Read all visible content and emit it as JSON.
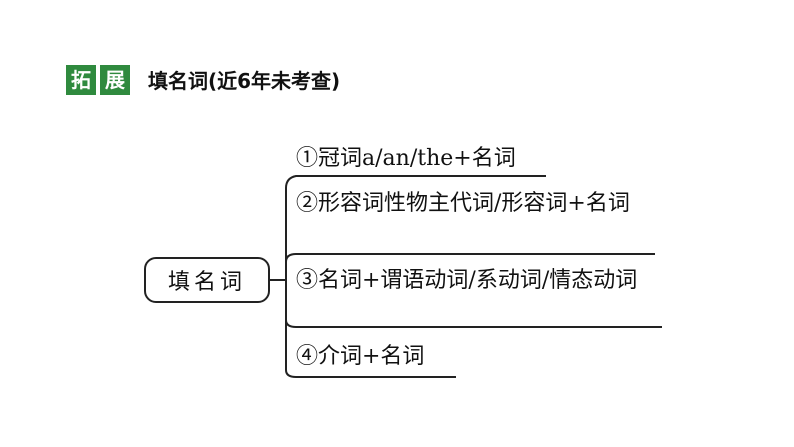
{
  "header": {
    "tag_chars": [
      "拓",
      "展"
    ],
    "title": "填名词(近6年未考查)"
  },
  "mindmap": {
    "root": "填名词",
    "branches": [
      "①冠词a/an/the+名词",
      "②形容词性物主代词/形容词+名词",
      "③名词+谓语动词/系动词/情态动词",
      "④介词+名词"
    ]
  },
  "colors": {
    "tag_background": "#2f8a3e",
    "tag_text": "#ffffff",
    "line": "#222222"
  }
}
